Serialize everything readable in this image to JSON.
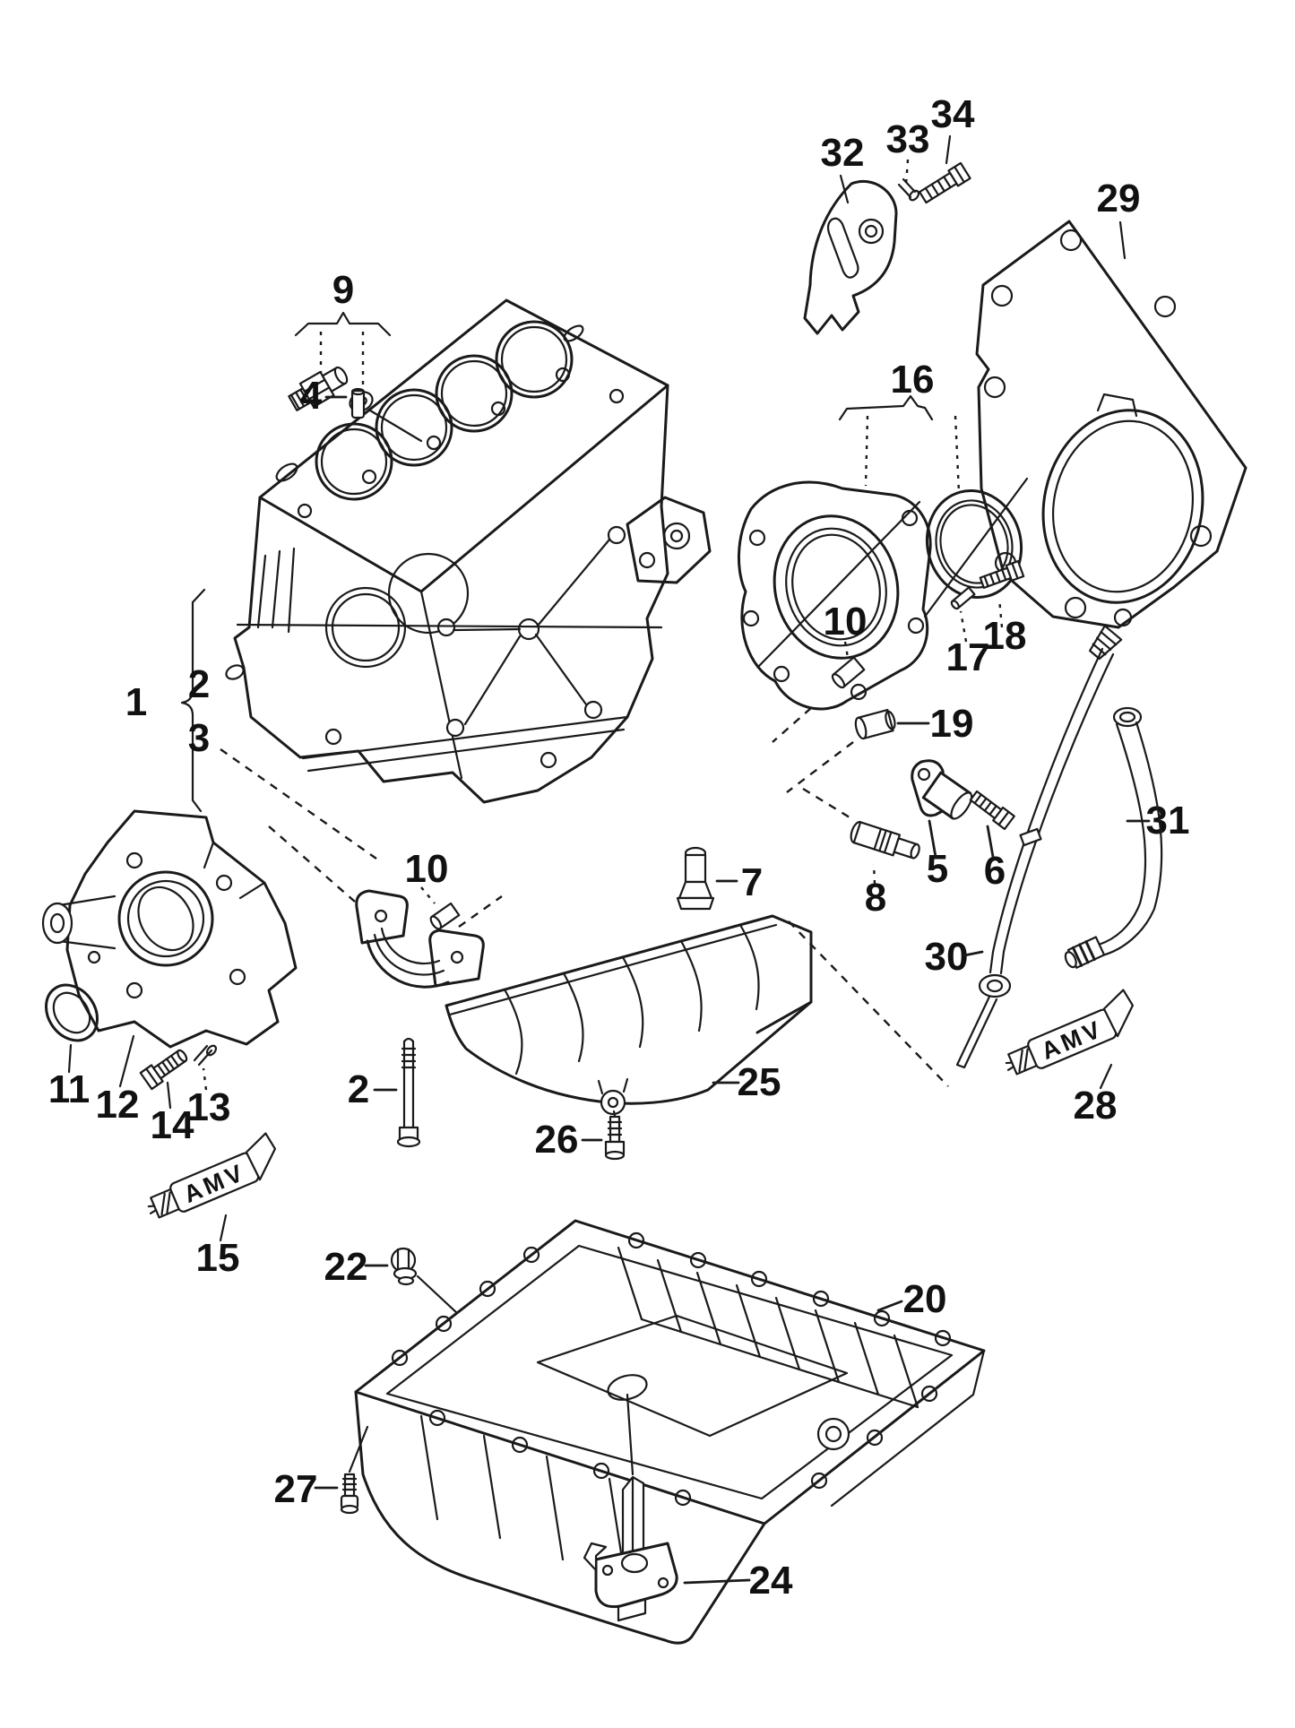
{
  "diagram": {
    "sealant_label": "AMV",
    "callouts": [
      {
        "n": "1"
      },
      {
        "n": "2"
      },
      {
        "n": "3"
      },
      {
        "n": "4"
      },
      {
        "n": "9"
      },
      {
        "n": "32"
      },
      {
        "n": "33"
      },
      {
        "n": "34"
      },
      {
        "n": "29"
      },
      {
        "n": "16"
      },
      {
        "n": "17"
      },
      {
        "n": "18"
      },
      {
        "n": "10"
      },
      {
        "n": "19"
      },
      {
        "n": "5"
      },
      {
        "n": "6"
      },
      {
        "n": "8"
      },
      {
        "n": "7"
      },
      {
        "n": "30"
      },
      {
        "n": "31"
      },
      {
        "n": "28"
      },
      {
        "n": "10"
      },
      {
        "n": "2"
      },
      {
        "n": "26"
      },
      {
        "n": "25"
      },
      {
        "n": "11"
      },
      {
        "n": "12"
      },
      {
        "n": "13"
      },
      {
        "n": "14"
      },
      {
        "n": "15"
      },
      {
        "n": "22"
      },
      {
        "n": "20"
      },
      {
        "n": "27"
      },
      {
        "n": "24"
      }
    ]
  }
}
